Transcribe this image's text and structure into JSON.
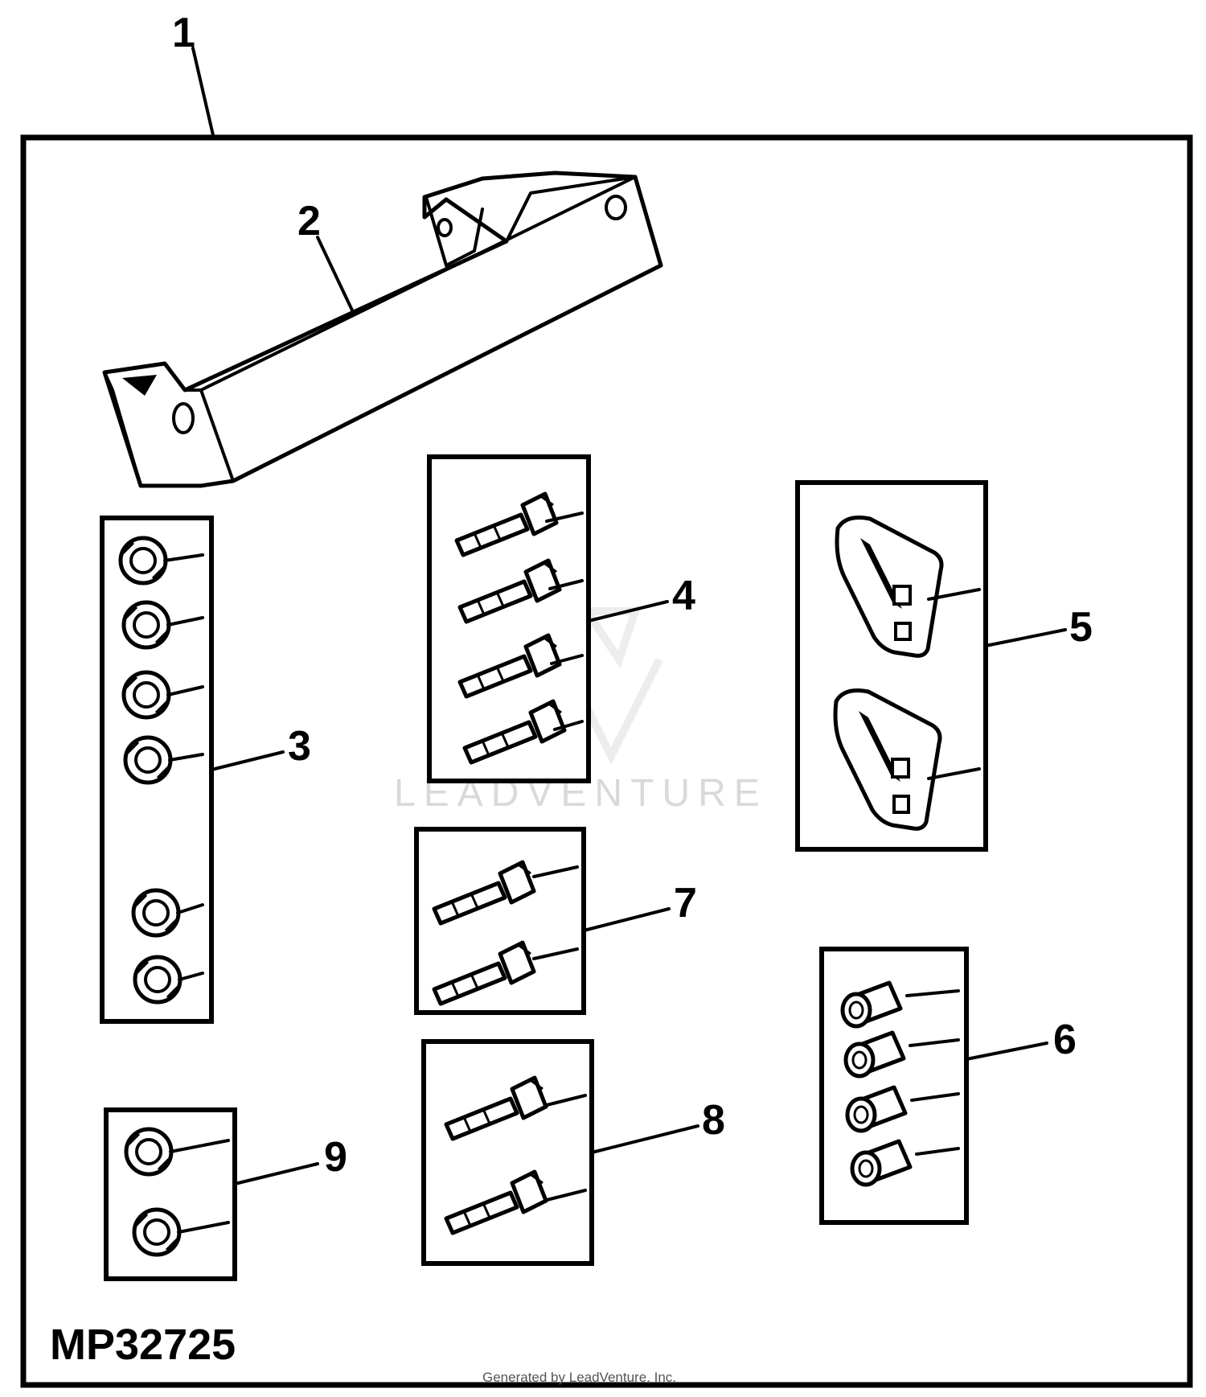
{
  "figure_id": "MP32725",
  "watermark": "LEADVENTURE",
  "credit": "Generated by LeadVenture, Inc.",
  "callouts": {
    "c1": "1",
    "c2": "2",
    "c3": "3",
    "c4": "4",
    "c5": "5",
    "c6": "6",
    "c7": "7",
    "c8": "8",
    "c9": "9"
  }
}
